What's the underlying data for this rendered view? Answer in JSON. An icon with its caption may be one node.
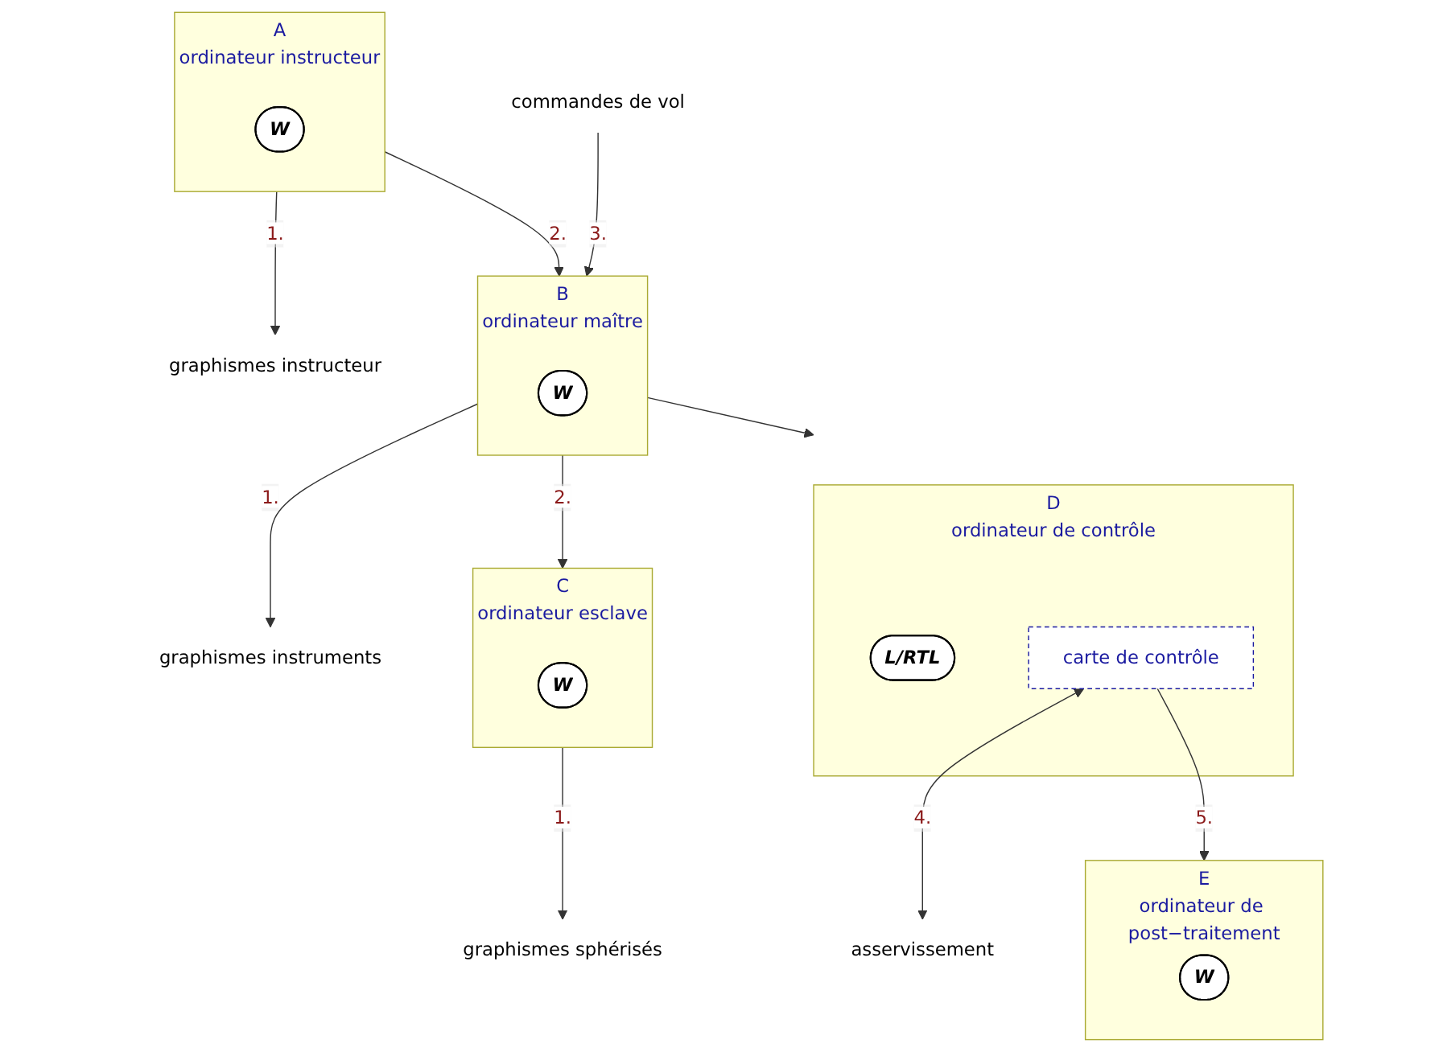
{
  "diagram": {
    "nodes": [
      {
        "text": [
          "A",
          "ordinateur instructeur"
        ]
      },
      {
        "text": [
          "W"
        ],
        "in": 0
      },
      {
        "text": [
          "graphismes instructeur"
        ]
      },
      {
        "text": [
          "commandes de vol"
        ]
      },
      {
        "text": [
          "B",
          "ordinateur maître"
        ]
      },
      {
        "text": [
          "W"
        ],
        "in": 4
      },
      {
        "text": [
          "graphismes instruments"
        ]
      },
      {
        "text": [
          "C",
          "ordinateur esclave"
        ]
      },
      {
        "text": [
          "W"
        ],
        "in": 7
      },
      {
        "text": [
          "D",
          "ordinateur de contrôle"
        ]
      },
      {
        "text": [
          "L/RTL"
        ],
        "in": 9
      },
      {
        "text": [
          "carte de contrôle"
        ],
        "in": 9
      },
      {
        "text": [
          "graphismes sphérisés"
        ]
      },
      {
        "text": [
          "asservissement"
        ]
      },
      {
        "text": [
          "E",
          "ordinateur de post−traitement"
        ]
      },
      {
        "text": [
          "W"
        ],
        "in": 14
      }
    ],
    "edges": [
      {
        "from": 0,
        "to": 2,
        "arrow": "to",
        "label": "1."
      },
      {
        "from": 0,
        "to": 4,
        "arrow": "to",
        "label": "2."
      },
      {
        "from": 3,
        "to": 4,
        "arrow": "to",
        "label": "3."
      },
      {
        "from": 4,
        "to": 6,
        "arrow": "to",
        "label": "1."
      },
      {
        "from": 4,
        "to": 7,
        "arrow": "to",
        "label": "2."
      },
      {
        "from": 4,
        "to": 9,
        "arrow": "to"
      },
      {
        "from": 7,
        "to": 12,
        "arrow": "to",
        "label": "1."
      },
      {
        "from": 11,
        "to": 13,
        "arrow": "both",
        "label": "4."
      },
      {
        "from": 11,
        "to": 14,
        "arrow": "to",
        "label": "5."
      }
    ]
  }
}
